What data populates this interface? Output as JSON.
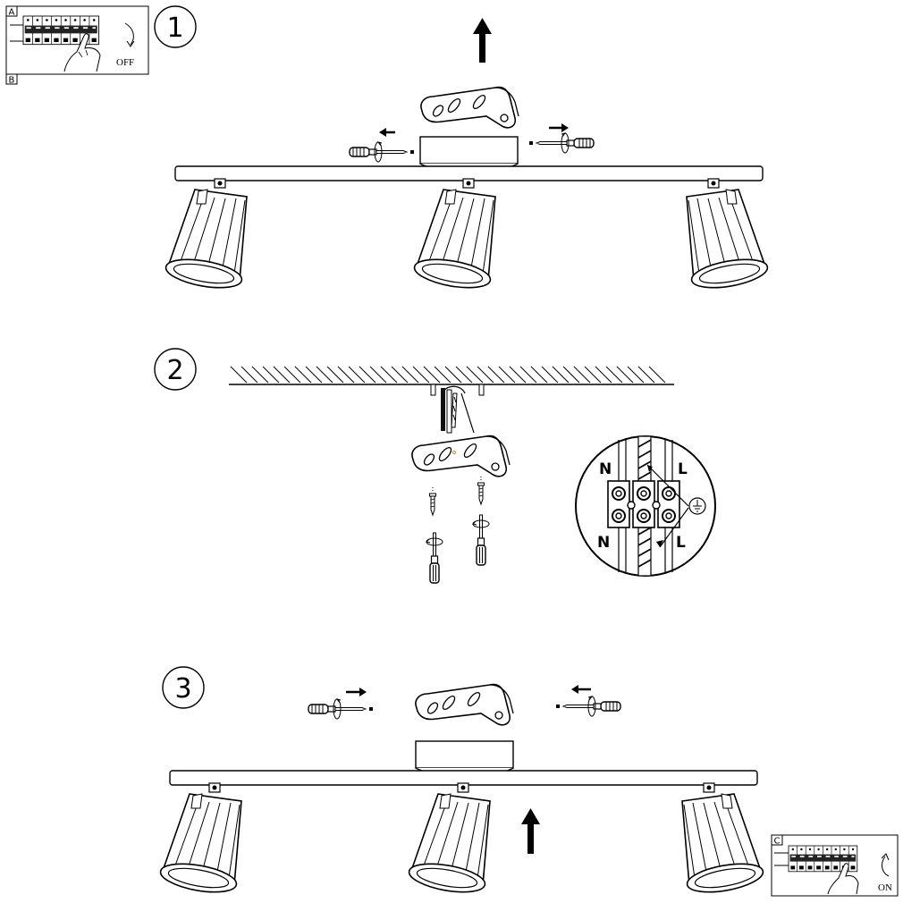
{
  "steps": [
    {
      "number": "1"
    },
    {
      "number": "2"
    },
    {
      "number": "3"
    }
  ],
  "switch_panels": [
    {
      "top_label": "A",
      "bottom_label": "B",
      "state": "OFF"
    },
    {
      "top_label": "C",
      "state": "ON"
    }
  ],
  "wiring_detail": {
    "left_top": "N",
    "right_top": "L",
    "left_bottom": "N",
    "right_bottom": "L"
  },
  "icons": [
    "breaker-switch-icon",
    "hand-icon",
    "screwdriver-icon",
    "screw-icon",
    "mounting-bracket-icon",
    "spotlight-icon",
    "terminal-block-icon",
    "ground-symbol-icon",
    "arrow-up-icon",
    "arrow-left-icon",
    "arrow-right-icon"
  ]
}
